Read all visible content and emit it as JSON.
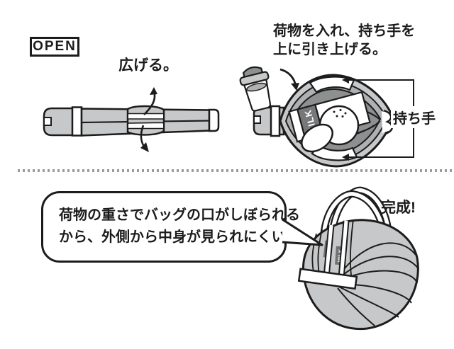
{
  "colors": {
    "outline": "#1c1c1c",
    "bag_light": "#c7c8c9",
    "bag_mid": "#aeb0b1",
    "bag_dark": "#8d8f90",
    "panel_dark": "#76787a",
    "divider_dot": "#9b9b9b",
    "background": "#ffffff"
  },
  "step_open": {
    "badge": "OPEN",
    "caption": "広げる。"
  },
  "step_fill": {
    "caption_line1": "荷物を入れ、持ち手を",
    "caption_line2": "上に引き上げる。",
    "handle_label": "持ち手",
    "milk_label": "MILK"
  },
  "result": {
    "bubble_line1": "荷物の重さでバッグの口がしぼられる",
    "bubble_line2": "から、外側から中身が見られにくい!",
    "complete_label": "完成!",
    "milk_glimpse": "MILK"
  }
}
